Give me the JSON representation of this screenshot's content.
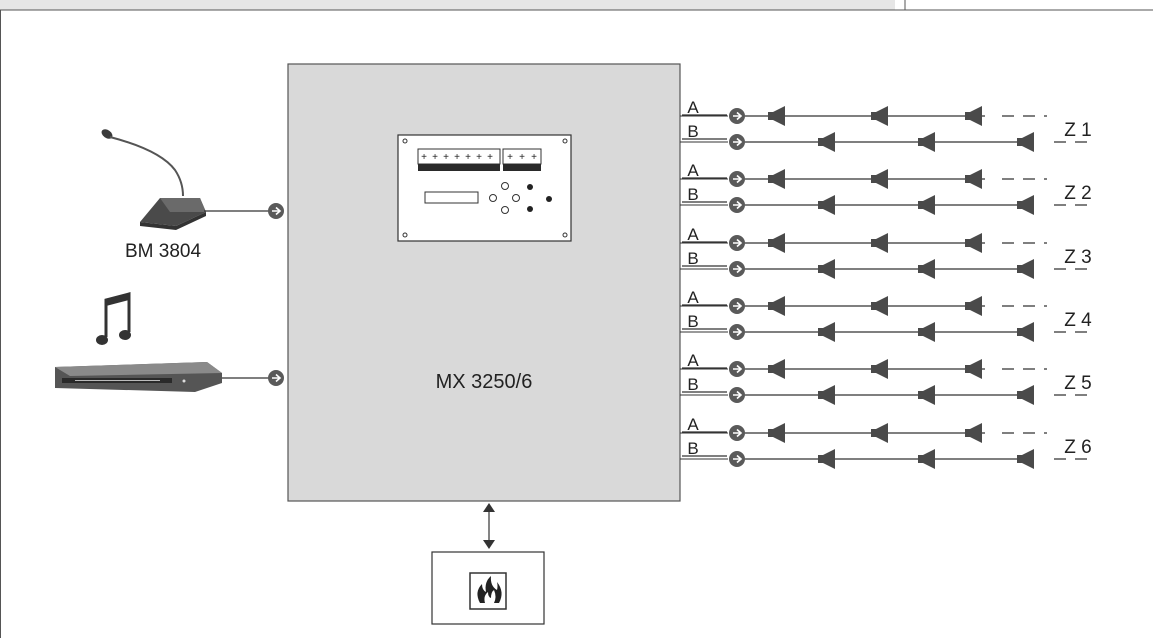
{
  "labels": {
    "main_unit": "MX 3250/6",
    "microphone": "BM 3804"
  },
  "line_a": "A",
  "line_b": "B",
  "zones": [
    "Z 1",
    "Z 2",
    "Z 3",
    "Z 4",
    "Z 5",
    "Z 6"
  ],
  "panel": {
    "plus_signs_left": [
      "+",
      "+",
      "+",
      "+",
      "+",
      "+",
      "+"
    ],
    "plus_signs_right": [
      "+",
      "+",
      "+"
    ]
  },
  "colors": {
    "unit_fill": "#d9d9d9",
    "unit_stroke": "#555555",
    "speaker": "#4a4a4a",
    "arrow_circle": "#5a5a5a",
    "line": "#333333"
  },
  "icons": {
    "microphone": "microphone-icon",
    "player": "cd-player-icon",
    "music_note": "music-note-icon",
    "fire": "fire-icon",
    "speaker": "speaker-icon"
  }
}
